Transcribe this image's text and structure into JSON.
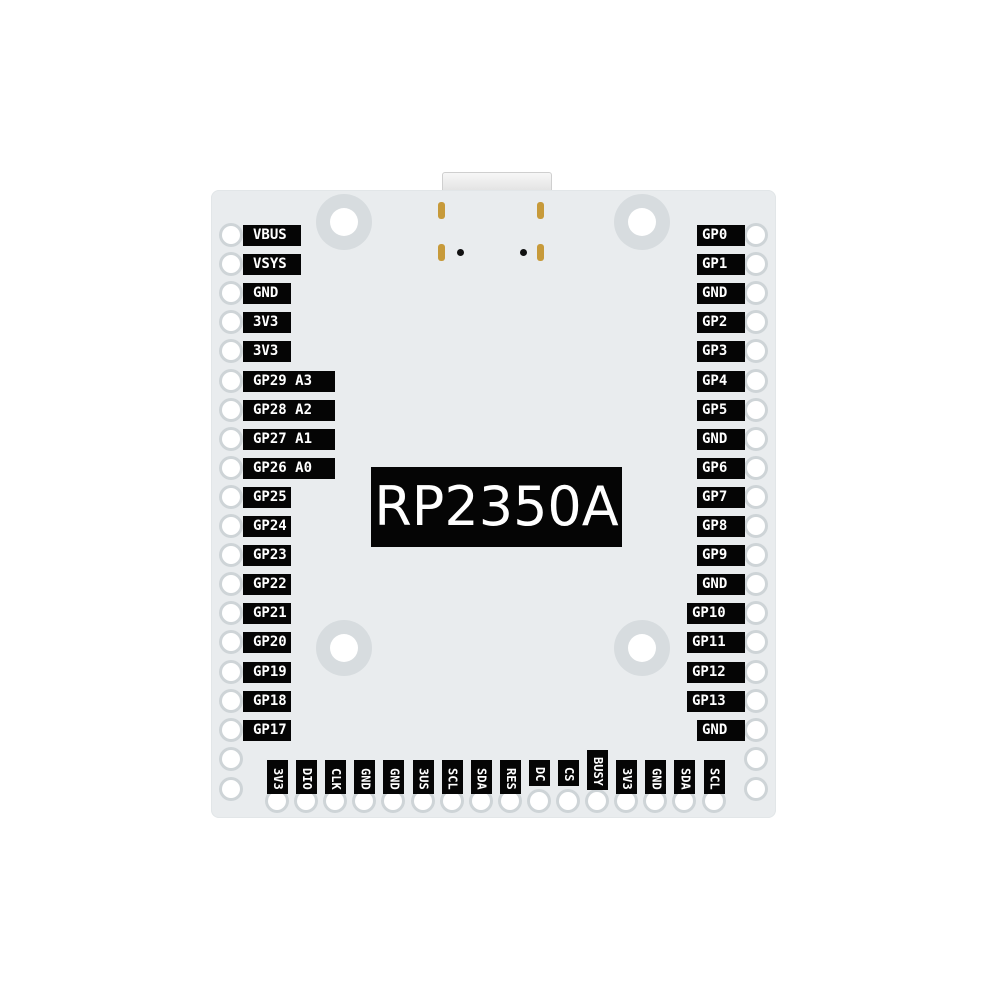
{
  "chip_label": "RP2350A",
  "left_pins": [
    "VBUS",
    "VSYS",
    "GND",
    "3V3",
    "3V3",
    "GP29  A3",
    "GP28  A2",
    "GP27  A1",
    "GP26  A0",
    "GP25",
    "GP24",
    "GP23",
    "GP22",
    "GP21",
    "GP20",
    "GP19",
    "GP18",
    "GP17"
  ],
  "right_pins": [
    "GP0",
    "GP1",
    "GND",
    "GP2",
    "GP3",
    "GP4",
    "GP5",
    "GND",
    "GP6",
    "GP7",
    "GP8",
    "GP9",
    "GND",
    "GP10",
    "GP11",
    "GP12",
    "GP13",
    "GND"
  ],
  "bottom_pins": [
    "3V3",
    "DIO",
    "CLK",
    "GND",
    "GND",
    "3US",
    "SCL",
    "SDA",
    "RES",
    "DC",
    "CS",
    "BUSY",
    "3V3",
    "GND",
    "SDA",
    "SCL"
  ]
}
